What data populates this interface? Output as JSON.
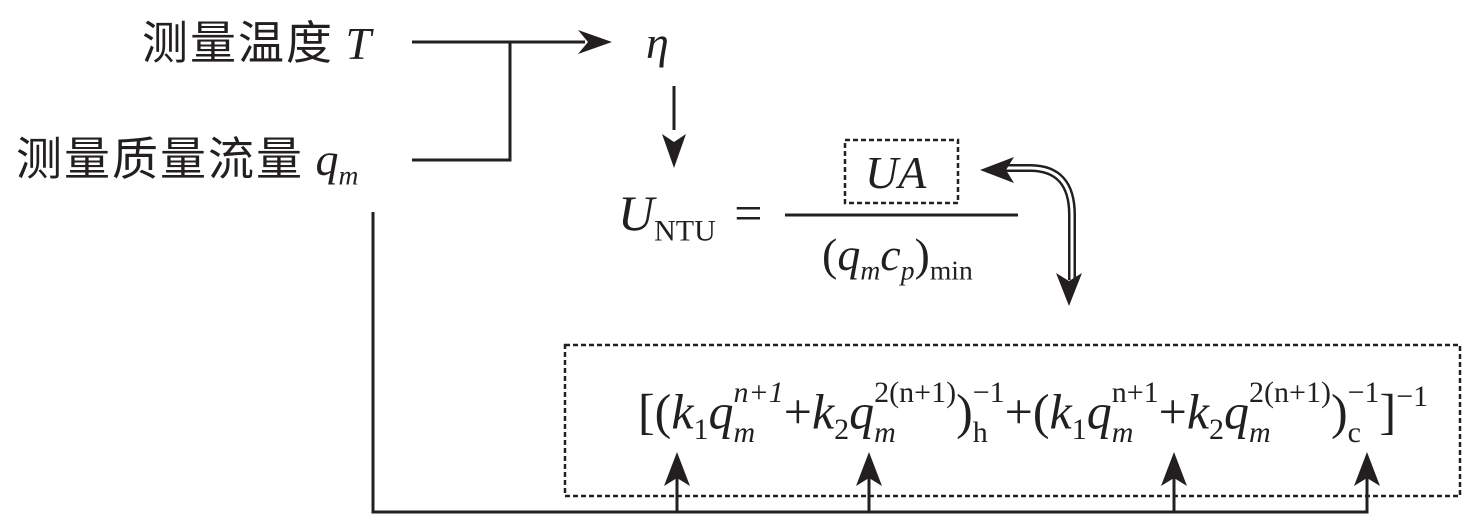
{
  "inputs": {
    "temperature": {
      "label": "测量温度",
      "symbol": "T"
    },
    "mass_flow": {
      "label": "测量质量流量",
      "symbol": "q",
      "subscript": "m"
    }
  },
  "efficiency": {
    "symbol": "η"
  },
  "ntu_equation": {
    "lhs_symbol": "U",
    "lhs_subscript": "NTU",
    "equals": "=",
    "numerator": "UA",
    "denominator_open": "(",
    "denominator_q": "q",
    "denominator_q_sub": "m",
    "denominator_c": "c",
    "denominator_c_sub": "p",
    "denominator_close": ")",
    "denominator_subscript": "min"
  },
  "ua_expression": {
    "open": "[(",
    "k1": "k",
    "k1_sub": "1",
    "q": "q",
    "q_sub": "m",
    "exp1": "n+1",
    "plus": "+",
    "k2": "k",
    "k2_sub": "2",
    "exp2": "2(n+1)",
    "close_h": ")",
    "h_sub": "h",
    "inv": "−1",
    "mid": "+(",
    "close_c": ")",
    "c_sub": "c",
    "close_bracket": "]",
    "outer_inv": "−1"
  },
  "colors": {
    "ink": "#231f20",
    "background": "#ffffff"
  }
}
